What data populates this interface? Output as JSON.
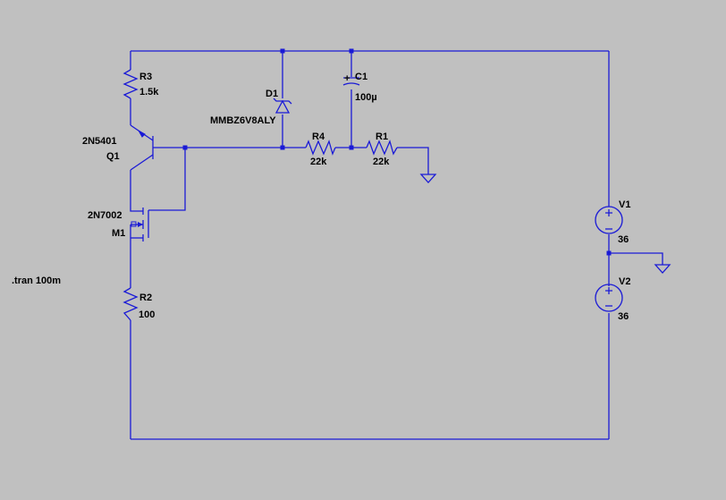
{
  "colors": {
    "background": "#c0c0c0",
    "wire": "#1a1ad6",
    "text": "#000000"
  },
  "directive": ".tran 100m",
  "components": {
    "R3": {
      "ref": "R3",
      "value": "1.5k"
    },
    "Q1": {
      "ref": "Q1",
      "model": "2N5401"
    },
    "M1": {
      "ref": "M1",
      "model": "2N7002"
    },
    "R2": {
      "ref": "R2",
      "value": "100"
    },
    "D1": {
      "ref": "D1",
      "model": "MMBZ6V8ALY"
    },
    "C1": {
      "ref": "C1",
      "value": "100µ",
      "polarity": "+"
    },
    "R4": {
      "ref": "R4",
      "value": "22k"
    },
    "R1": {
      "ref": "R1",
      "value": "22k"
    },
    "V1": {
      "ref": "V1",
      "value": "36"
    },
    "V2": {
      "ref": "V2",
      "value": "36"
    }
  },
  "icons": [
    "ground-icon",
    "resistor-icon",
    "capacitor-icon",
    "zener-diode-icon",
    "pnp-transistor-icon",
    "nmos-transistor-icon",
    "voltage-source-icon"
  ]
}
